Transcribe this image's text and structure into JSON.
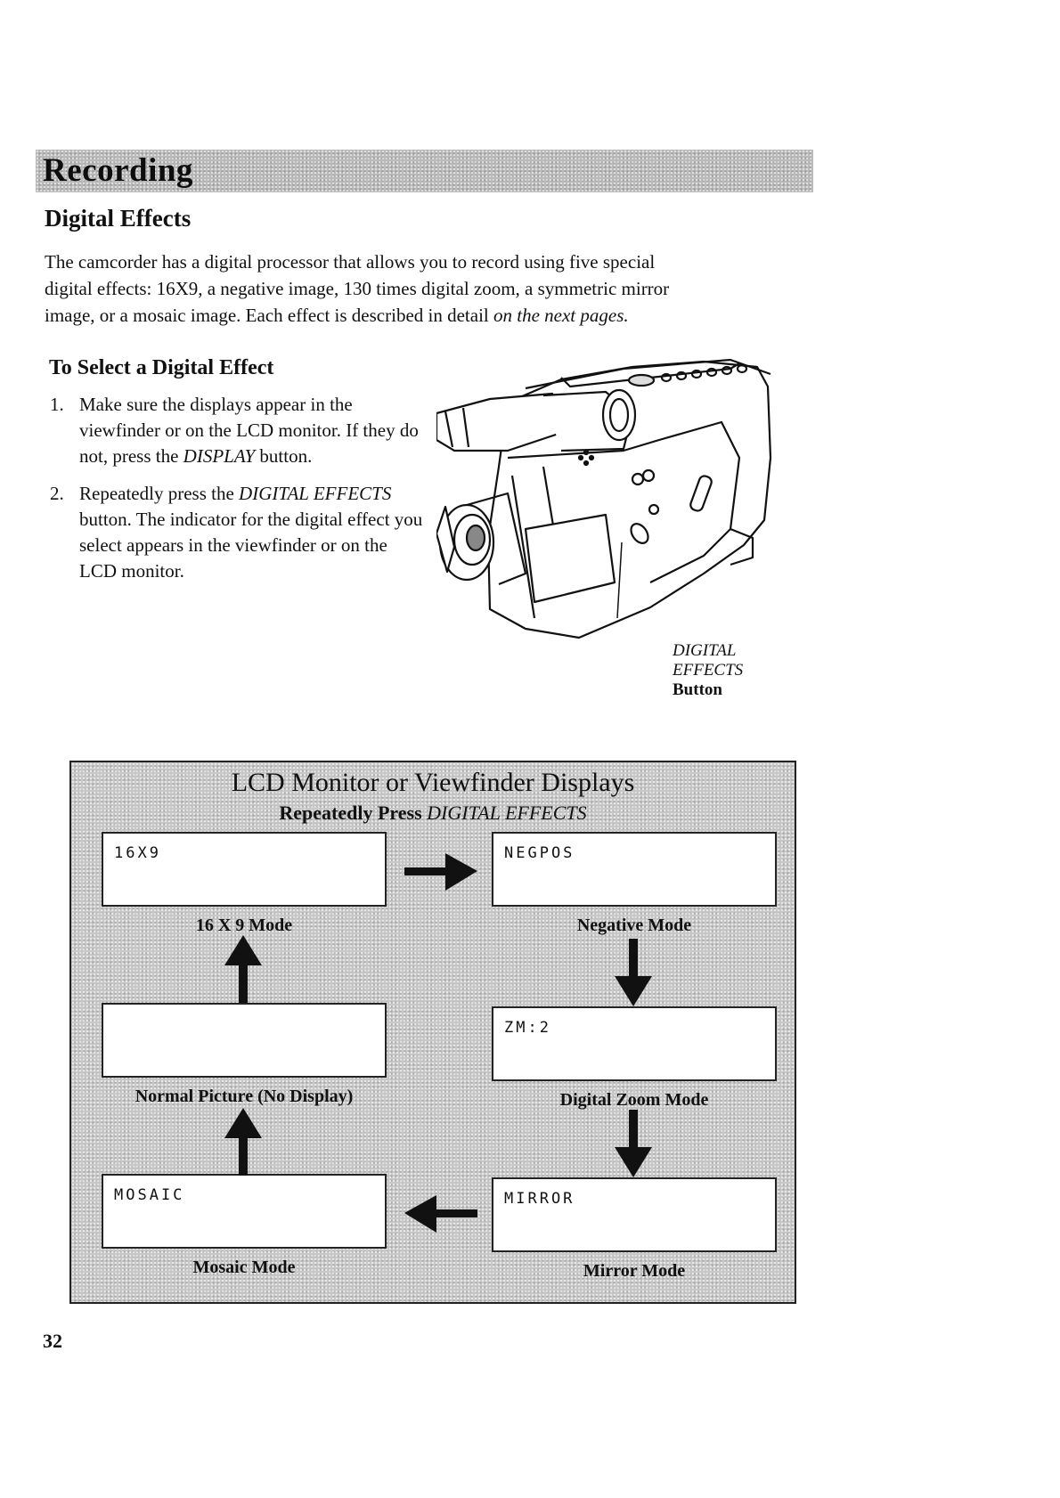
{
  "banner": {
    "title": "Recording"
  },
  "section": {
    "heading": "Digital Effects",
    "intro_line1": "The camcorder has a digital processor that allows you to record using five special",
    "intro_line2": "digital effects:  16X9, a negative image, 130 times digital zoom, a symmetric mirror",
    "intro_line3": "image, or a mosaic image. Each effect is described in detail ",
    "intro_line3_italic": "on the next pages."
  },
  "procedure": {
    "heading": "To Select a Digital Effect",
    "step1_num": "1.",
    "step1_text": "Make sure the displays appear in the viewfinder or on the LCD monitor.  If they do not, press the ",
    "step1_italic": "DISPLAY",
    "step1_end": " button.",
    "step2_num": "2.",
    "step2_text": "Repeatedly press the ",
    "step2_italic": "DIGITAL EFFECTS",
    "step2_end": " button.  The indicator for the digital effect you select appears in the viewfinder or on the LCD monitor."
  },
  "figure": {
    "caption_line1": "DIGITAL",
    "caption_line2": "EFFECTS",
    "caption_line3": "Button"
  },
  "panel": {
    "title": "LCD Monitor or Viewfinder Displays",
    "subtitle": "Repeatedly Press ",
    "subtitle_italic": "DIGITAL EFFECTS",
    "screens": {
      "s16x9": {
        "code": "16X9",
        "label": "16 X 9 Mode"
      },
      "negpos": {
        "code": "NEGPOS",
        "label": "Negative Mode"
      },
      "normal": {
        "code": "",
        "label": "Normal Picture (No Display)"
      },
      "zoom": {
        "code": "ZM:2",
        "label": "Digital Zoom Mode"
      },
      "mosaic": {
        "code": "MOSAIC",
        "label": "Mosaic Mode"
      },
      "mirror": {
        "code": "MIRROR",
        "label": "Mirror Mode"
      }
    }
  },
  "page": {
    "number": "32"
  }
}
